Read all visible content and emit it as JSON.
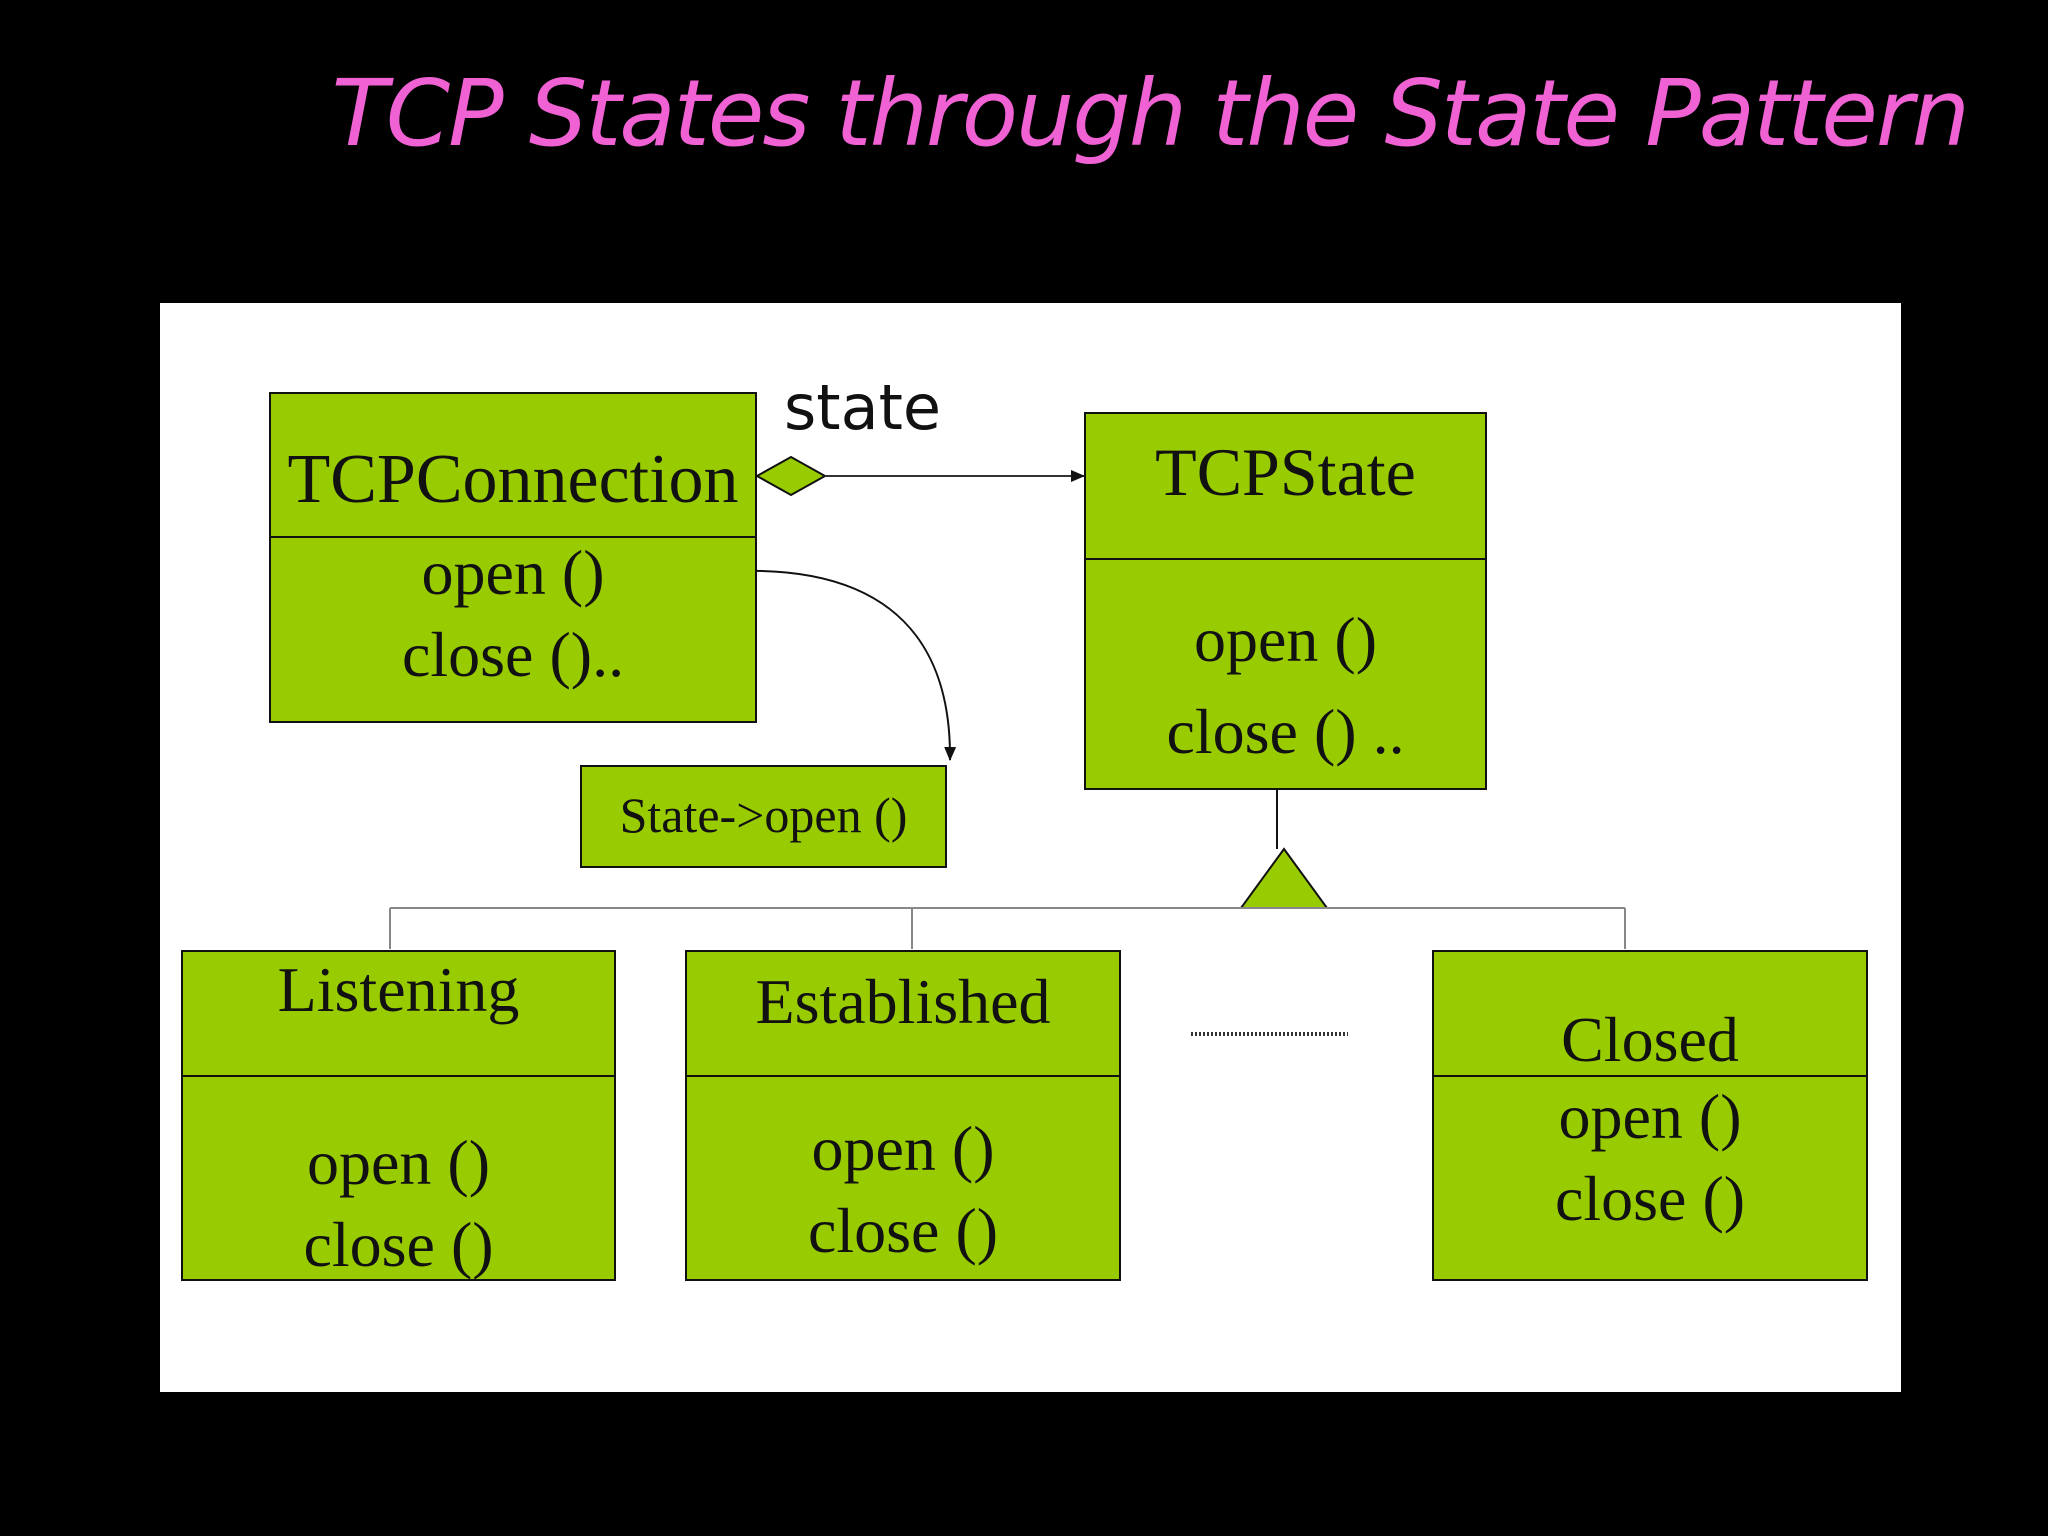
{
  "title": "TCP States through the State Pattern",
  "colors": {
    "background": "#000000",
    "title": "#f062d4",
    "canvas": "#ffffff",
    "class_fill": "#99cc00",
    "stroke": "#111111"
  },
  "diagram": {
    "association_label": "state",
    "note": "State->open ()",
    "classes": {
      "connection": {
        "name": "TCPConnection",
        "ops": [
          "open ()",
          "close ().."
        ]
      },
      "state": {
        "name": "TCPState",
        "ops": [
          "open ()",
          "close () .."
        ]
      },
      "listening": {
        "name": "Listening",
        "ops": [
          "open ()",
          "close ()"
        ]
      },
      "established": {
        "name": "Established",
        "ops": [
          "open ()",
          "close ()"
        ]
      },
      "closed": {
        "name": "Closed",
        "ops": [
          "open ()",
          "close ()"
        ]
      }
    }
  }
}
